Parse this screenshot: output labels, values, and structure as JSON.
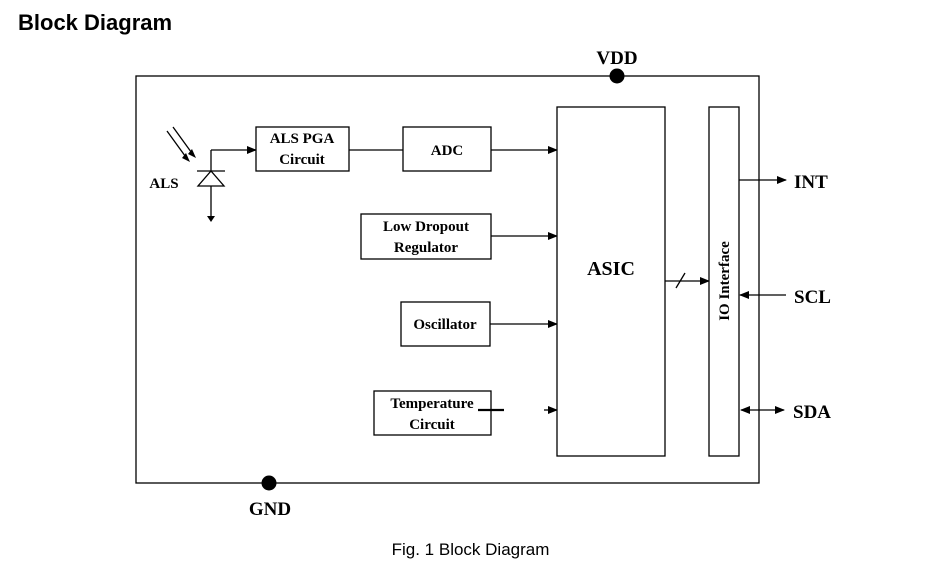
{
  "heading": "Block Diagram",
  "caption": "Fig. 1 Block Diagram",
  "diagram": {
    "pins": {
      "vdd": "VDD",
      "gnd": "GND",
      "int": "INT",
      "scl": "SCL",
      "sda": "SDA"
    },
    "sensor_label": "ALS",
    "blocks": {
      "als_pga": [
        "ALS PGA",
        "Circuit"
      ],
      "adc": "ADC",
      "ldo": [
        "Low Dropout",
        "Regulator"
      ],
      "oscillator": "Oscillator",
      "temperature": [
        "Temperature",
        "Circuit"
      ],
      "asic": "ASIC",
      "io_interface": "IO Interface"
    }
  }
}
